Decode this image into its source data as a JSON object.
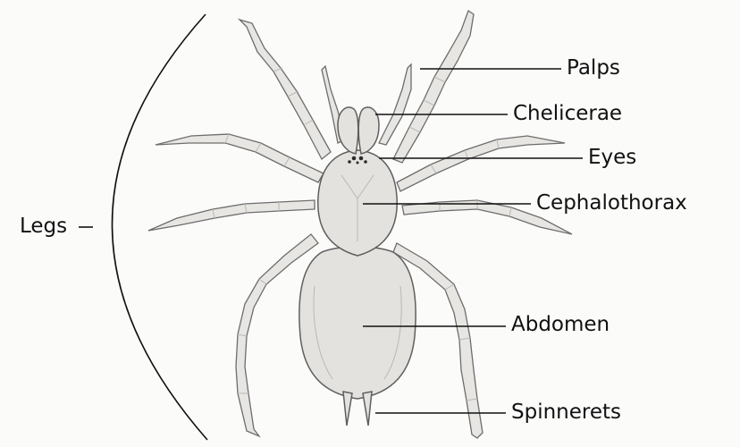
{
  "diagram": {
    "labels": {
      "palps": "Palps",
      "chelicerae": "Chelicerae",
      "eyes": "Eyes",
      "cephalothorax": "Cephalothorax",
      "abdomen": "Abdomen",
      "spinnerets": "Spinnerets",
      "legs": "Legs"
    },
    "colors": {
      "label_text": "#111111",
      "leader_line": "#111111",
      "drawing_fill": "#e3e2de",
      "drawing_stroke": "#5f5f5f",
      "background": "#fbfbfa"
    }
  }
}
